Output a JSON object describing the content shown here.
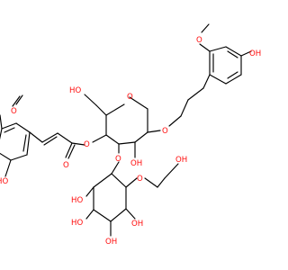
{
  "molecule": {
    "colors": {
      "bond": "#000000",
      "oxygen": "#ff0d0d",
      "background": "#ffffff"
    },
    "labels": {
      "top_methoxy_o": "O",
      "top_oh": "OH",
      "ring_o": "O",
      "ethoxy_o": "O",
      "ch2oh": "HO",
      "ester_o": "O",
      "carbonyl_o": "O",
      "left_methoxy_o": "O",
      "left_oh": "HO",
      "c2_oh": "OH",
      "glycosidic_o": "O",
      "sugar2_ring_o": "O",
      "sugar2_ch2oh": "OH",
      "sugar2_oh_a": "HO",
      "sugar2_oh_b": "HO",
      "sugar2_oh_c": "OH",
      "sugar2_oh_d": "OH"
    }
  }
}
